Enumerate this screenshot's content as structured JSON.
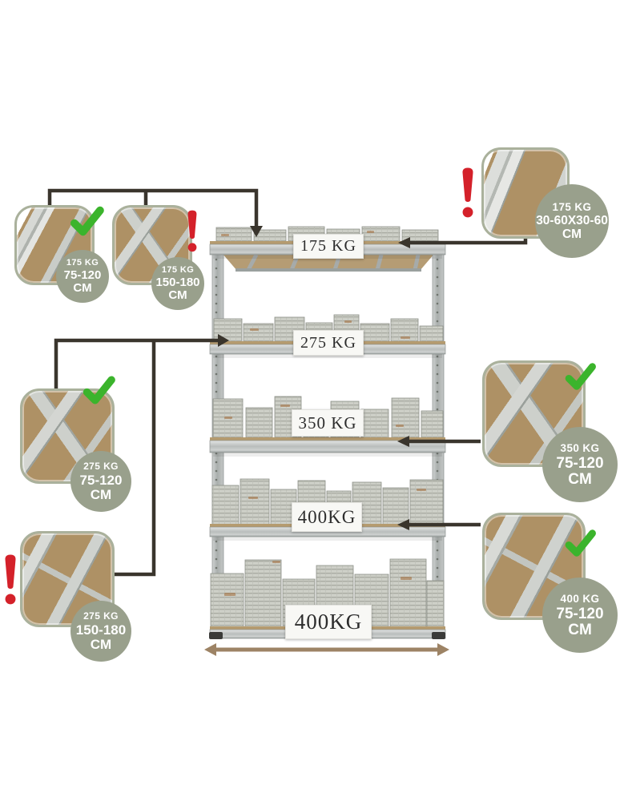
{
  "diagram_title": "shelving-unit-load-capacity-infographic",
  "rack": {
    "shelf_labels": [
      "175 KG",
      "275 KG",
      "350 KG",
      "400KG",
      "400KG"
    ]
  },
  "callouts": {
    "top_left_ok": {
      "weight": "175 KG",
      "size": "75-120 CM",
      "status": "ok"
    },
    "top_left_warn": {
      "weight": "175 KG",
      "size": "150-180 CM",
      "status": "warning"
    },
    "top_right_warn": {
      "weight": "175 KG",
      "size": "30-60X30-60 CM",
      "status": "warning"
    },
    "mid_left_ok": {
      "weight": "275 KG",
      "size": "75-120 CM",
      "status": "ok"
    },
    "bottom_left_warn": {
      "weight": "275 KG",
      "size": "150-180 CM",
      "status": "warning"
    },
    "mid_right_ok": {
      "weight": "350 KG",
      "size": "75-120 CM",
      "status": "ok"
    },
    "bottom_right_ok": {
      "weight": "400 KG",
      "size": "75-120 CM",
      "status": "ok"
    }
  },
  "colors": {
    "badge": "#99a08c",
    "check": "#3bb42c",
    "warning": "#d4212a",
    "connector": "#3a352d",
    "dimension_arrow": "#9d8365",
    "board": "#b59b6f",
    "metal": "#b9bdbc"
  }
}
